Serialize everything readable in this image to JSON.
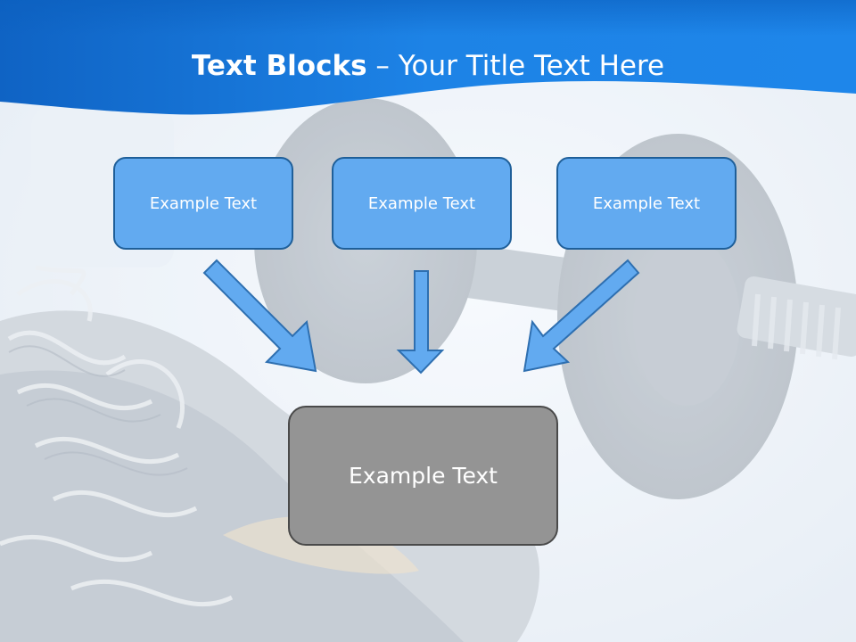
{
  "slide": {
    "title_bold": "Text Blocks",
    "title_separator": " – ",
    "title_rest": "Your Title Text Here",
    "boxes": [
      {
        "label": "Example Text"
      },
      {
        "label": "Example Text"
      },
      {
        "label": "Example Text"
      }
    ],
    "target_box": {
      "label": "Example Text"
    }
  },
  "colors": {
    "header_blue": "#1a7be0",
    "box_fill": "#62aaf0",
    "box_border": "#1f5f99",
    "target_fill": "#949494",
    "arrow_fill": "#62aaf0"
  }
}
